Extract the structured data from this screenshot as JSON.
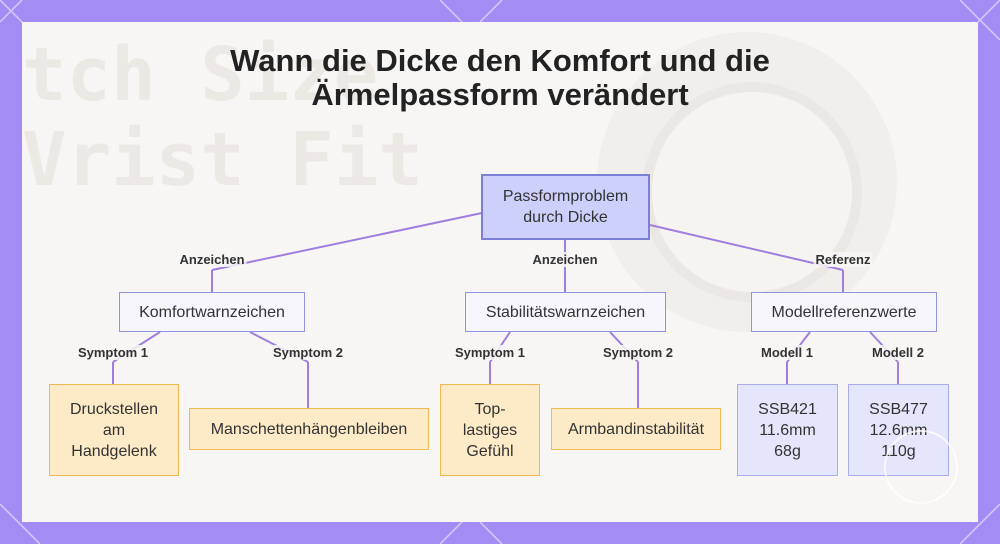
{
  "title": {
    "line1": "Wann die Dicke den Komfort und die",
    "line2": "Ärmelpassform verändert"
  },
  "background_text": {
    "line1": "tch Size",
    "line2": "Vrist Fit"
  },
  "nodes": {
    "root": "Passformproblem durch Dicke",
    "comfort": "Komfortwarnzeichen",
    "stability": "Stabilitätswarnzeichen",
    "reference": "Modellreferenzwerte",
    "comfort_s1": "Druckstellen am Handgelenk",
    "comfort_s2": "Manschettenhängenbleiben",
    "stability_s1": "Top-lastiges Gefühl",
    "stability_s2": "Armbandinstabilität",
    "model1": "SSB421 11.6mm 68g",
    "model2": "SSB477 12.6mm 110g"
  },
  "edge_labels": {
    "root_comfort": "Anzeichen",
    "root_stability": "Anzeichen",
    "root_reference": "Referenz",
    "symptom1": "Symptom 1",
    "symptom2": "Symptom 2",
    "model1": "Modell 1",
    "model2": "Modell 2"
  },
  "colors": {
    "frame": "#a48cf5",
    "edge": "#a07ee0",
    "root_fill": "#ccd0fa",
    "leaf_fill": "#fdebc8",
    "leaf_border": "#f2b856",
    "ref_fill": "#e4e6fb"
  }
}
